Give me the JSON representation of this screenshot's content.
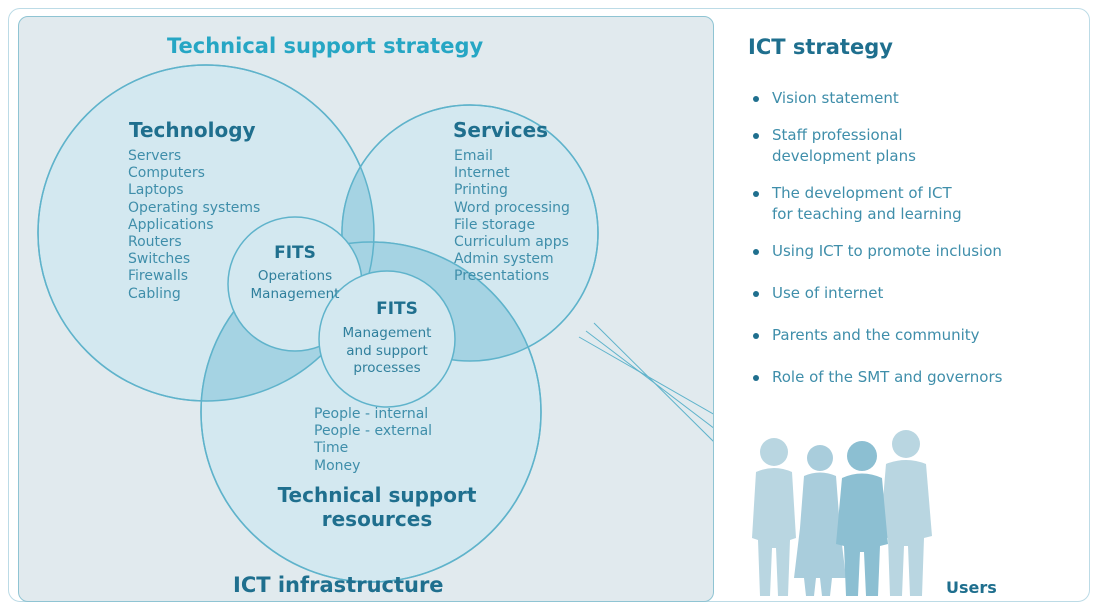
{
  "diagram": {
    "title": "Technical support strategy",
    "footer": "ICT infrastructure",
    "technology": {
      "heading": "Technology",
      "items": [
        "Servers",
        "Computers",
        "Laptops",
        "Operating systems",
        "Applications",
        "Routers",
        "Switches",
        "Firewalls",
        "Cabling"
      ]
    },
    "services": {
      "heading": "Services",
      "items": [
        "Email",
        "Internet",
        "Printing",
        "Word processing",
        "File storage",
        "Curriculum apps",
        "Admin system",
        "Presentations"
      ]
    },
    "resources": {
      "heading_line1": "Technical support",
      "heading_line2": "resources",
      "items": [
        "People - internal",
        "People - external",
        "Time",
        "Money"
      ]
    },
    "fits_operations": {
      "heading": "FITS",
      "lines": [
        "Operations",
        "Management"
      ]
    },
    "fits_processes": {
      "heading": "FITS",
      "lines": [
        "Management",
        "and support",
        "processes"
      ]
    },
    "colors": {
      "panel": "#e1eaee",
      "circle_fill": "#d3e8f0",
      "circle_stroke": "#5fb3cb",
      "overlap": "#a5d3e3",
      "accent": "#26a6c4"
    }
  },
  "strategy": {
    "title": "ICT strategy",
    "bullets": [
      [
        "Vision statement"
      ],
      [
        "Staff professional",
        "development plans"
      ],
      [
        "The development of ICT",
        "for teaching and learning"
      ],
      [
        "Using ICT to promote inclusion"
      ],
      [
        "Use of internet"
      ],
      [
        "Parents and the community"
      ],
      [
        "Role of the SMT and governors"
      ]
    ]
  },
  "users_label": "Users",
  "users_icon": "people-group-icon"
}
